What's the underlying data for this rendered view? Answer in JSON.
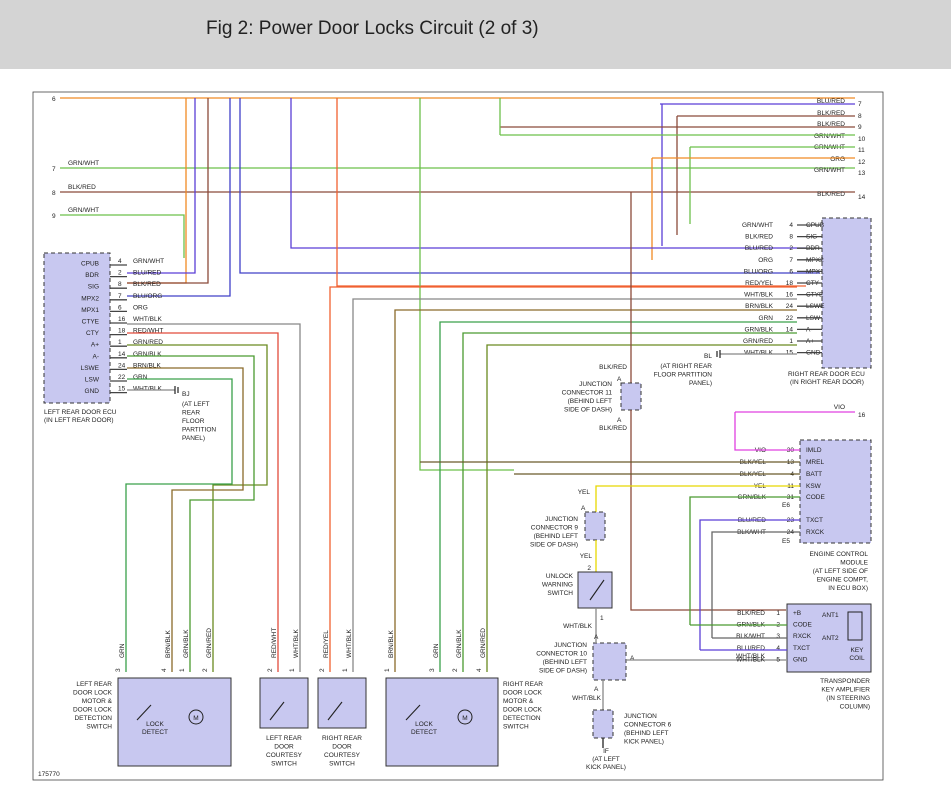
{
  "header": {
    "title": "Fig 2: Power Door Locks Circuit (2 of 3)"
  },
  "colors": {
    "GRN/WHT": "#6cc04a",
    "BLK/RED": "#8b4a3a",
    "BLU/RED": "#5a3fd6",
    "BLU/ORG": "#4040c8",
    "ORG": "#f08a24",
    "WHT/BLK": "#888888",
    "RED/WHT": "#e24b3b",
    "RED/YEL": "#f06030",
    "GRN/RED": "#6a8a20",
    "GRN/BLK": "#4a9a30",
    "BRN/BLK": "#8a6a2a",
    "GRN": "#3aa04a",
    "BLK/YEL": "#6a5a2a",
    "YEL": "#e8d800",
    "BLK/WHT": "#666666",
    "VIO": "#e040e0",
    "box": "#c8c8f0"
  },
  "figure_id": "175770",
  "left_rows": {
    "n6": "6",
    "n7": "7",
    "n8": "8",
    "n9": "9",
    "w7": "GRN/WHT",
    "w8": "BLK/RED",
    "w9": "GRN/WHT"
  },
  "right_rows": {
    "items": [
      {
        "wire": "BLU/RED",
        "num": "7"
      },
      {
        "wire": "BLK/RED",
        "num": "8"
      },
      {
        "wire": "BLK/RED",
        "num": "9"
      },
      {
        "wire": "GRN/WHT",
        "num": "10"
      },
      {
        "wire": "GRN/WHT",
        "num": "11"
      },
      {
        "wire": "ORG",
        "num": "12"
      },
      {
        "wire": "GRN/WHT",
        "num": "13"
      },
      {
        "wire": "BLK/RED",
        "num": "14"
      }
    ]
  },
  "left_ecu": {
    "pins": [
      "CPUB",
      "BDR",
      "SIG",
      "MPX2",
      "MPX1",
      "CTYE",
      "CTY",
      "A+",
      "A-",
      "LSWE",
      "LSW",
      "GND"
    ],
    "nums": [
      "4",
      "2",
      "8",
      "7",
      "6",
      "16",
      "18",
      "1",
      "14",
      "24",
      "22",
      "15"
    ],
    "wires": [
      "GRN/WHT",
      "BLU/RED",
      "BLK/RED",
      "BLU/ORG",
      "ORG",
      "WHT/BLK",
      "RED/WHT",
      "GRN/RED",
      "GRN/BLK",
      "BRN/BLK",
      "GRN",
      "WHT/BLK"
    ],
    "name1": "LEFT REAR DOOR ECU",
    "name2": "(IN LEFT REAR DOOR)"
  },
  "bj": {
    "label": "BJ",
    "loc": [
      "(AT LEFT",
      "REAR",
      "FLOOR",
      "PARTITION",
      "PANEL)"
    ]
  },
  "right_ecu": {
    "pins": [
      "CPUB",
      "SIG",
      "BDR",
      "MPX2",
      "MPX1",
      "CTY",
      "CTYE",
      "LSWE",
      "LSW",
      "A-",
      "A+",
      "GND"
    ],
    "nums": [
      "4",
      "8",
      "2",
      "7",
      "6",
      "18",
      "16",
      "24",
      "22",
      "14",
      "1",
      "15"
    ],
    "wires": [
      "GRN/WHT",
      "BLK/RED",
      "BLU/RED",
      "ORG",
      "BLU/ORG",
      "RED/YEL",
      "WHT/BLK",
      "BRN/BLK",
      "GRN",
      "GRN/BLK",
      "GRN/RED",
      "WHT/BLK"
    ],
    "name1": "RIGHT REAR DOOR ECU",
    "name2": "(IN RIGHT REAR DOOR)"
  },
  "bl": {
    "label": "BL",
    "loc": [
      "(AT RIGHT REAR",
      "FLOOR PARTITION",
      "PANEL)"
    ]
  },
  "jc11": {
    "top_wire": "BLK/RED",
    "bottom_wire": "BLK/RED",
    "pin": "A",
    "label": [
      "JUNCTION",
      "CONNECTOR 11",
      "(BEHIND LEFT",
      "SIDE OF DASH)"
    ]
  },
  "ecm": {
    "vio_wire": "VIO",
    "vio_num": "16",
    "pins": [
      "IMLD",
      "MREL",
      "BATT",
      "KSW",
      "CODE",
      "TXCT",
      "RXCK"
    ],
    "nums": [
      "30",
      "13",
      "4",
      "11",
      "31",
      "23",
      "24"
    ],
    "wires": [
      "VIO",
      "BLK/YEL",
      "BLK/YEL",
      "YEL",
      "GRN/BLK",
      "BLU/RED",
      "BLK/WHT"
    ],
    "conn_e6": "E6",
    "conn_e5": "E5",
    "name": [
      "ENGINE CONTROL",
      "MODULE",
      "(AT LEFT SIDE OF",
      "ENGINE COMPT,",
      "IN ECU BOX)"
    ]
  },
  "jc9": {
    "wire_top": "YEL",
    "wire_bottom": "YEL",
    "pin": "A",
    "num": "2",
    "label": [
      "JUNCTION",
      "CONNECTOR 9",
      "(BEHIND LEFT",
      "SIDE OF DASH)"
    ]
  },
  "unlock_sw": {
    "label": [
      "UNLOCK",
      "WARNING",
      "SWITCH"
    ],
    "num": "1",
    "wire": "WHT/BLK"
  },
  "jc10": {
    "pin": "A",
    "wire": "WHT/BLK",
    "right_wire": "WHT/BLK",
    "label": [
      "JUNCTION",
      "CONNECTOR 10",
      "(BEHIND LEFT",
      "SIDE OF DASH)"
    ]
  },
  "jc6": {
    "label": [
      "JUNCTION",
      "CONNECTOR 6",
      "(BEHIND LEFT",
      "KICK PANEL)"
    ],
    "ground": "IF",
    "ground_loc": [
      "(AT LEFT",
      "KICK PANEL)"
    ]
  },
  "transponder": {
    "left_pins": [
      "+B",
      "CODE",
      "RXCK",
      "TXCT",
      "GND"
    ],
    "nums": [
      "1",
      "2",
      "3",
      "4",
      "5"
    ],
    "wires": [
      "BLK/RED",
      "GRN/BLK",
      "BLK/WHT",
      "BLU/RED",
      "WHT/BLK"
    ],
    "ant1": "ANT1",
    "ant2": "ANT2",
    "coil": [
      "KEY",
      "COIL"
    ],
    "name": [
      "TRANSPONDER",
      "KEY AMPLIFIER",
      "(IN STEERING",
      "COLUMN)"
    ]
  },
  "left_motor": {
    "wires": [
      "GRN",
      "BRN/BLK",
      "GRN/BLK",
      "GRN/RED"
    ],
    "nums": [
      "3",
      "4",
      "1",
      "2"
    ],
    "detect": [
      "LOCK",
      "DETECT"
    ],
    "motor": "M",
    "name": [
      "LEFT REAR",
      "DOOR LOCK",
      "MOTOR &",
      "DOOR LOCK",
      "DETECTION",
      "SWITCH"
    ]
  },
  "left_courtesy": {
    "wires": [
      "RED/WHT",
      "WHT/BLK"
    ],
    "nums": [
      "2",
      "1"
    ],
    "name": [
      "LEFT REAR",
      "DOOR",
      "COURTESY",
      "SWITCH"
    ]
  },
  "right_courtesy": {
    "wires": [
      "RED/YEL",
      "WHT/BLK"
    ],
    "nums": [
      "2",
      "1"
    ],
    "name": [
      "RIGHT REAR",
      "DOOR",
      "COURTESY",
      "SWITCH"
    ]
  },
  "right_motor": {
    "wires": [
      "BRN/BLK",
      "GRN",
      "GRN/BLK",
      "GRN/RED"
    ],
    "nums": [
      "1",
      "3",
      "2",
      "4"
    ],
    "detect": [
      "LOCK",
      "DETECT"
    ],
    "motor": "M",
    "name": [
      "RIGHT REAR",
      "DOOR LOCK",
      "MOTOR &",
      "DOOR LOCK",
      "DETECTION",
      "SWITCH"
    ]
  }
}
